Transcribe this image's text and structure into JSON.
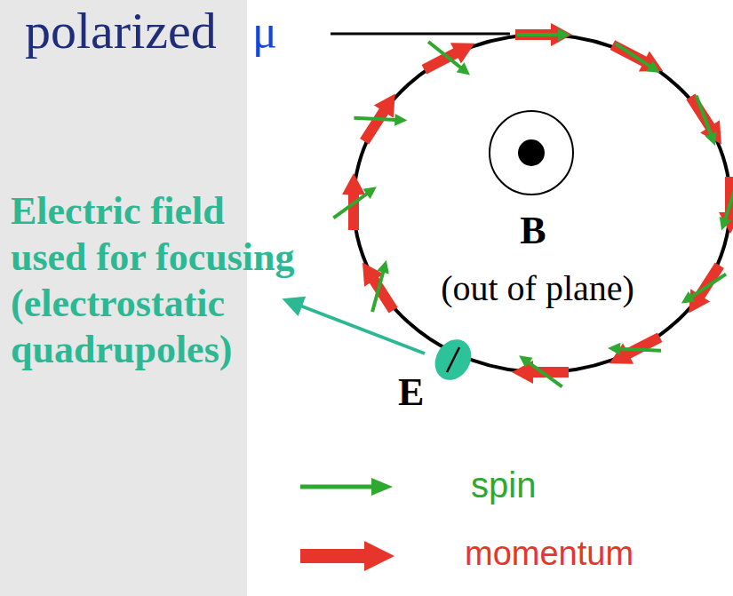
{
  "diagram": {
    "labels": [
      "polarized",
      "μ",
      "Electric field used for focusing (electrostatic quadrupoles)",
      "B",
      "(out of plane)",
      "E"
    ],
    "legend": [
      {
        "text": "spin"
      },
      {
        "text": "momentum"
      }
    ]
  }
}
